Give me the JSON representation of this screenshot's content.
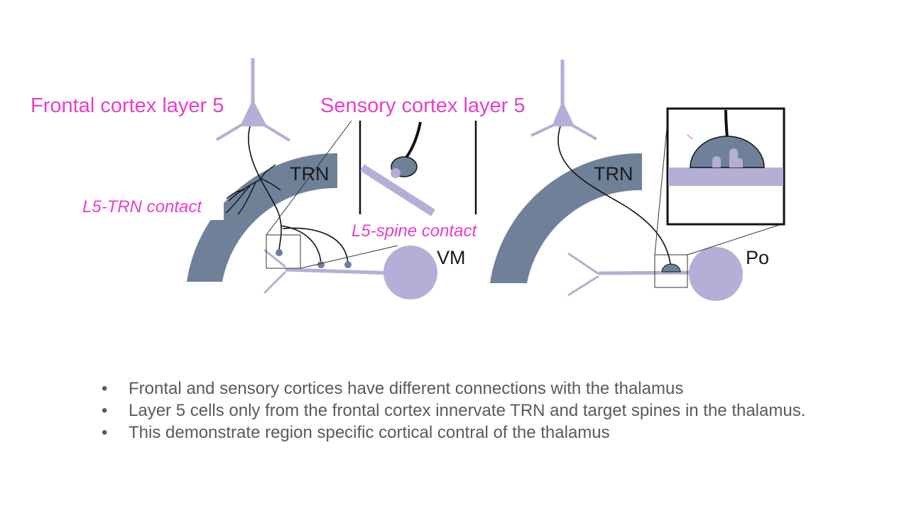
{
  "labels": {
    "frontal_title": "Frontal cortex layer 5",
    "sensory_title": "Sensory cortex layer 5",
    "trn_contact": "L5-TRN contact",
    "spine_contact": "L5-spine contact",
    "trn_left": "TRN",
    "trn_right": "TRN",
    "vm": "VM",
    "po": "Po"
  },
  "bullets": [
    "Frontal and sensory cortices have different connections with the thalamus",
    "Layer 5 cells only from the frontal cortex innervate TRN and target spines in the thalamus.",
    "This demonstrate region specific cortical contral of the thalamus"
  ],
  "bullet_marker": "•",
  "colors": {
    "label_magenta": "#e83ec8",
    "trn_fill": "#6f8199",
    "neuron_lavender": "#b3afd6",
    "bouton_fill": "#6f8199",
    "text_gray": "#5a5a5a"
  }
}
